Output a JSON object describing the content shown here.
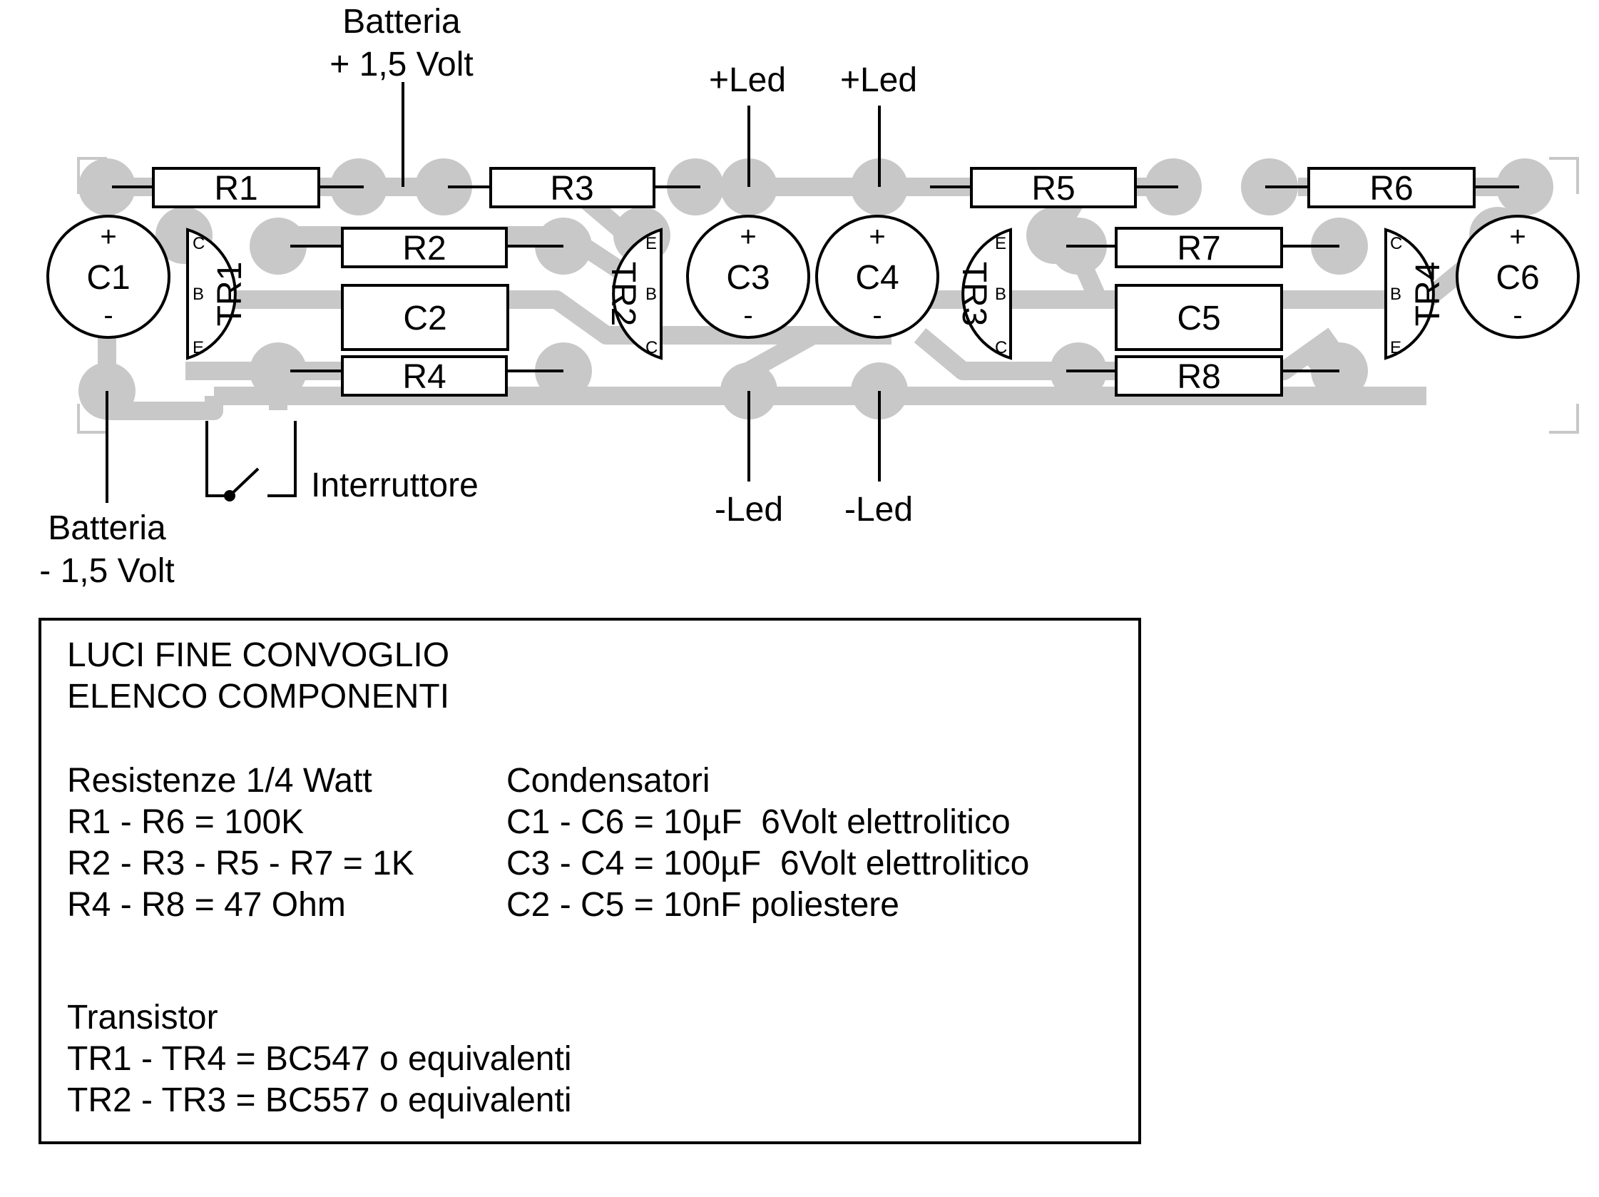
{
  "labels": {
    "battery_plus": [
      "Batteria",
      "+ 1,5 Volt"
    ],
    "battery_minus": [
      "Batteria",
      "- 1,5 Volt"
    ],
    "switch": "Interruttore",
    "led_plus_1": "+Led",
    "led_plus_2": "+Led",
    "led_minus_1": "-Led",
    "led_minus_2": "-Led"
  },
  "components": {
    "resistors": [
      "R1",
      "R2",
      "R3",
      "R4",
      "R5",
      "R6",
      "R7",
      "R8"
    ],
    "capacitors": [
      "C1",
      "C2",
      "C3",
      "C4",
      "C5",
      "C6"
    ],
    "transistors": [
      "TR1",
      "TR2",
      "TR3",
      "TR4"
    ],
    "pins": [
      "C",
      "B",
      "E"
    ],
    "polarity": [
      "+",
      "-"
    ]
  },
  "bom": {
    "title": "LUCI FINE CONVOGLIO",
    "subtitle": "ELENCO COMPONENTI",
    "resistors_heading": "Resistenze 1/4 Watt",
    "resistors": [
      "R1 - R6 = 100K",
      "R2 - R3 - R5 - R7 = 1K",
      "R4 - R8 = 47 Ohm"
    ],
    "capacitors_heading": "Condensatori",
    "capacitors": [
      "C1 - C6 = 10µF  6Volt elettrolitico",
      "C3 - C4 = 100µF  6Volt elettrolitico",
      "C2 - C5 = 10nF poliestere"
    ],
    "transistors_heading": "Transistor",
    "transistors": [
      "TR1 - TR4 = BC547 o equivalenti",
      "TR2 - TR3 = BC557 o equivalenti"
    ]
  },
  "colors": {
    "copper": "#c8c8c8",
    "ink": "#000000",
    "background": "#ffffff"
  }
}
